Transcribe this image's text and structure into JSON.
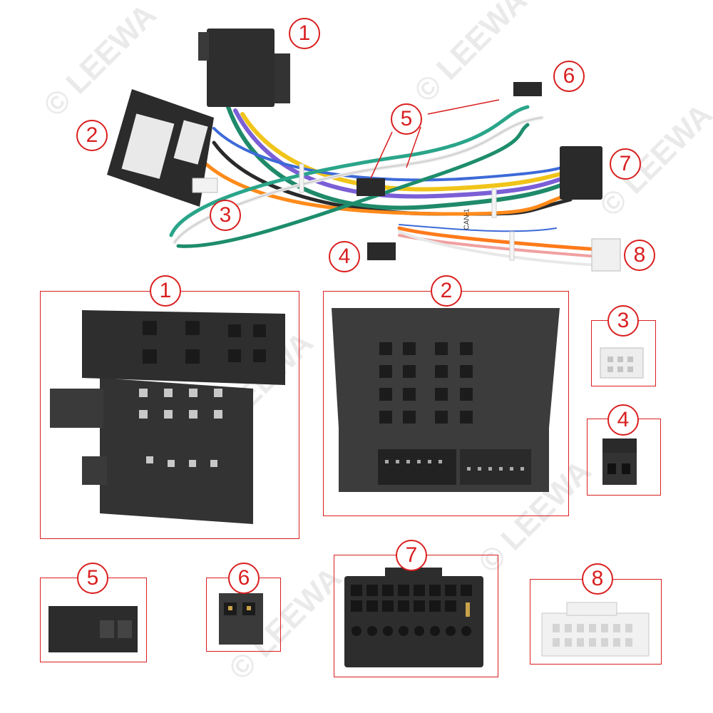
{
  "watermark": "© LEEWA",
  "labels": {
    "top": [
      "1",
      "2",
      "3",
      "4",
      "5",
      "6",
      "7",
      "8"
    ],
    "detail": [
      "1",
      "2",
      "3",
      "4",
      "5",
      "6",
      "7",
      "8"
    ]
  },
  "cable_tag": "CAN-1",
  "colors": {
    "label_red": "#d91f1f",
    "connector_dark": "#2e2e2e",
    "connector_white": "#f2f2f2"
  }
}
